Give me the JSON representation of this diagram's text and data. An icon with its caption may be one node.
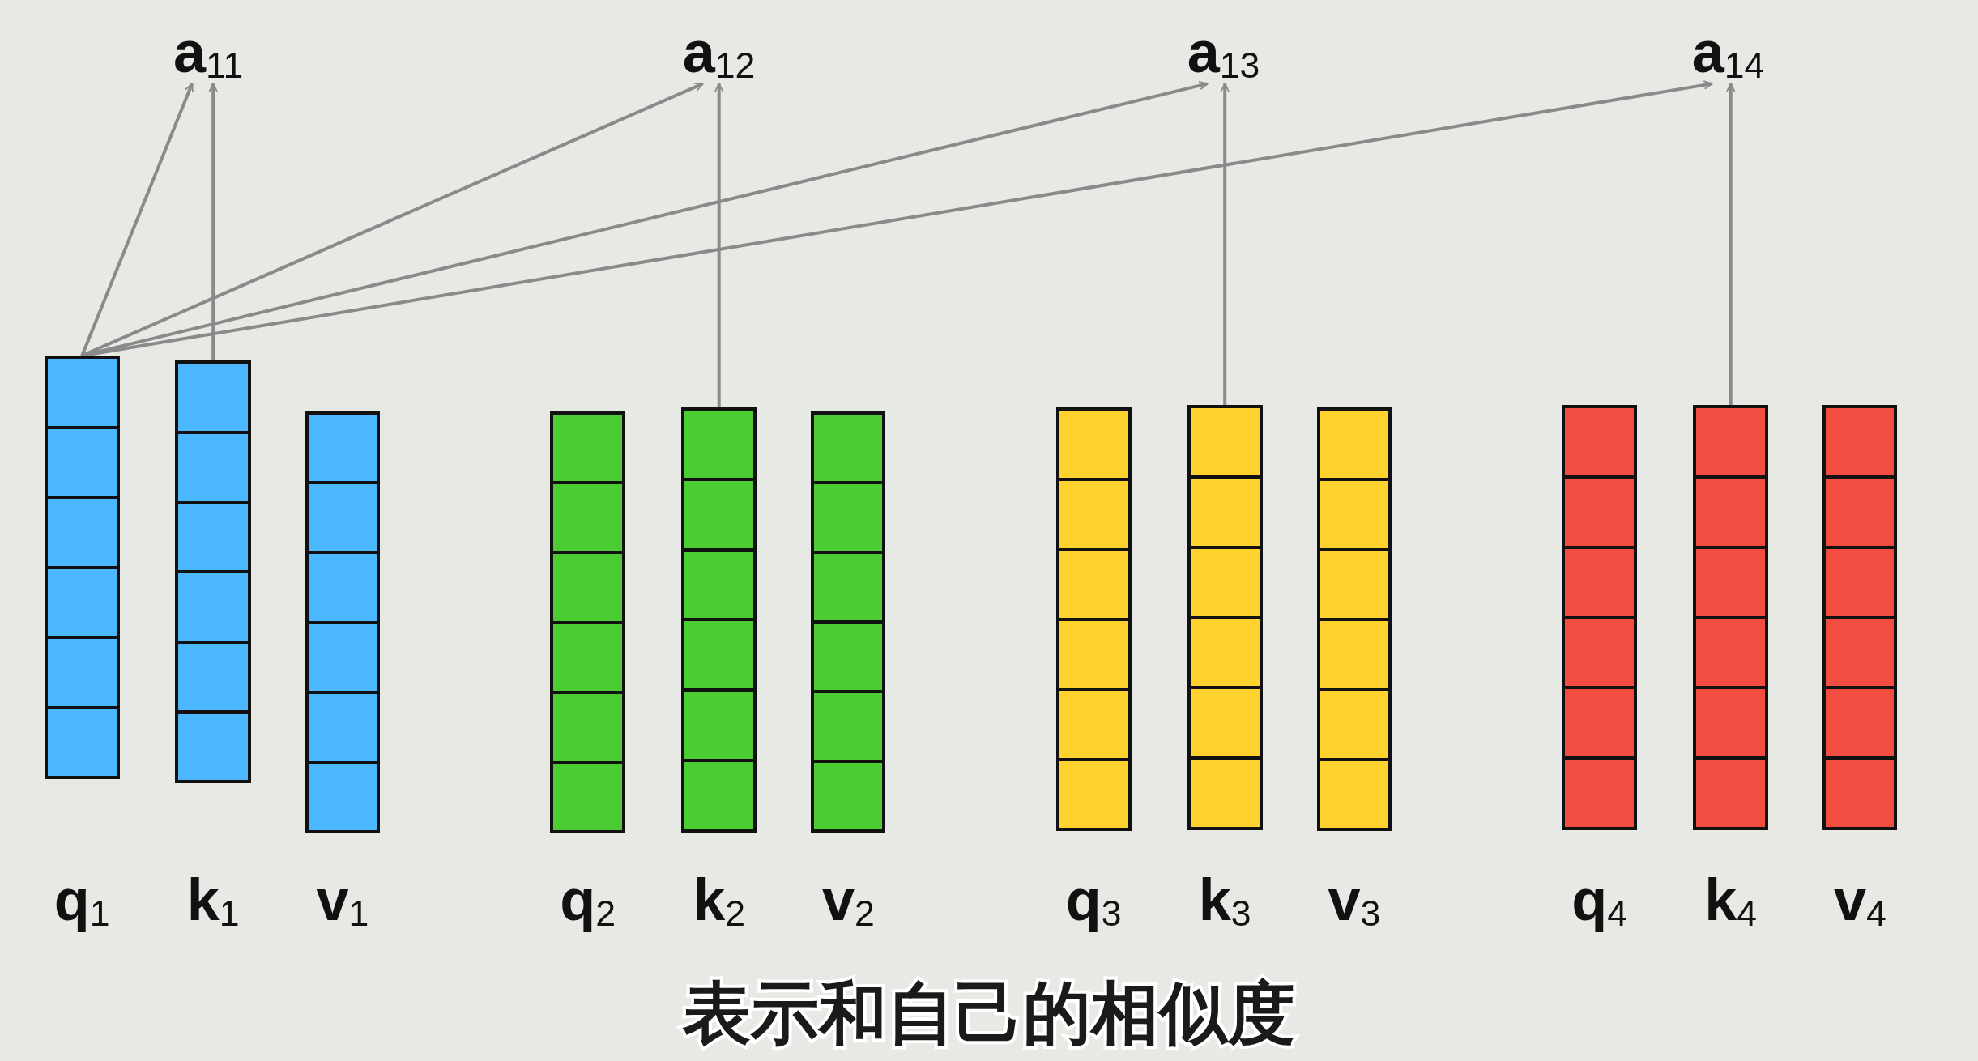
{
  "diagram": {
    "caption": "表示和自己的相似度",
    "nodes": [
      {
        "text": [
          "a$_{11}$"
        ]
      },
      {
        "text": [
          "a$_{12}$"
        ]
      },
      {
        "text": [
          "a$_{13}$"
        ]
      },
      {
        "text": [
          "a$_{14}$"
        ]
      },
      {
        "text": [
          "q$_{1}$"
        ]
      },
      {
        "text": [
          "k$_{1}$"
        ]
      },
      {
        "text": [
          "v$_{1}$"
        ]
      },
      {
        "text": [
          "q$_{2}$"
        ]
      },
      {
        "text": [
          "k$_{2}$"
        ]
      },
      {
        "text": [
          "v$_{2}$"
        ]
      },
      {
        "text": [
          "q$_{3}$"
        ]
      },
      {
        "text": [
          "k$_{3}$"
        ]
      },
      {
        "text": [
          "v$_{3}$"
        ]
      },
      {
        "text": [
          "q$_{4}$"
        ]
      },
      {
        "text": [
          "k$_{4}$"
        ]
      },
      {
        "text": [
          "v$_{4}$"
        ]
      }
    ],
    "edges": [
      {
        "from": 4,
        "to": 0,
        "arrow": "to"
      },
      {
        "from": 5,
        "to": 0,
        "arrow": "to"
      },
      {
        "from": 4,
        "to": 1,
        "arrow": "to"
      },
      {
        "from": 8,
        "to": 1,
        "arrow": "to"
      },
      {
        "from": 4,
        "to": 2,
        "arrow": "to"
      },
      {
        "from": 11,
        "to": 2,
        "arrow": "to"
      },
      {
        "from": 4,
        "to": 3,
        "arrow": "to"
      },
      {
        "from": 14,
        "to": 3,
        "arrow": "to"
      }
    ]
  }
}
